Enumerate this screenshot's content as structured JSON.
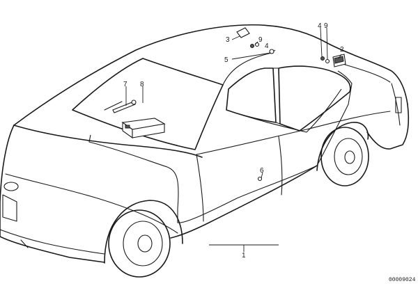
{
  "diagram": {
    "callouts": {
      "c1": "1",
      "c2": "2",
      "c3": "3",
      "c4a": "4",
      "c4b": "4",
      "c5": "5",
      "c6": "6",
      "c7": "7",
      "c8": "8",
      "c9a": "9",
      "c9b": "9"
    },
    "drawing_code": "00009024"
  }
}
